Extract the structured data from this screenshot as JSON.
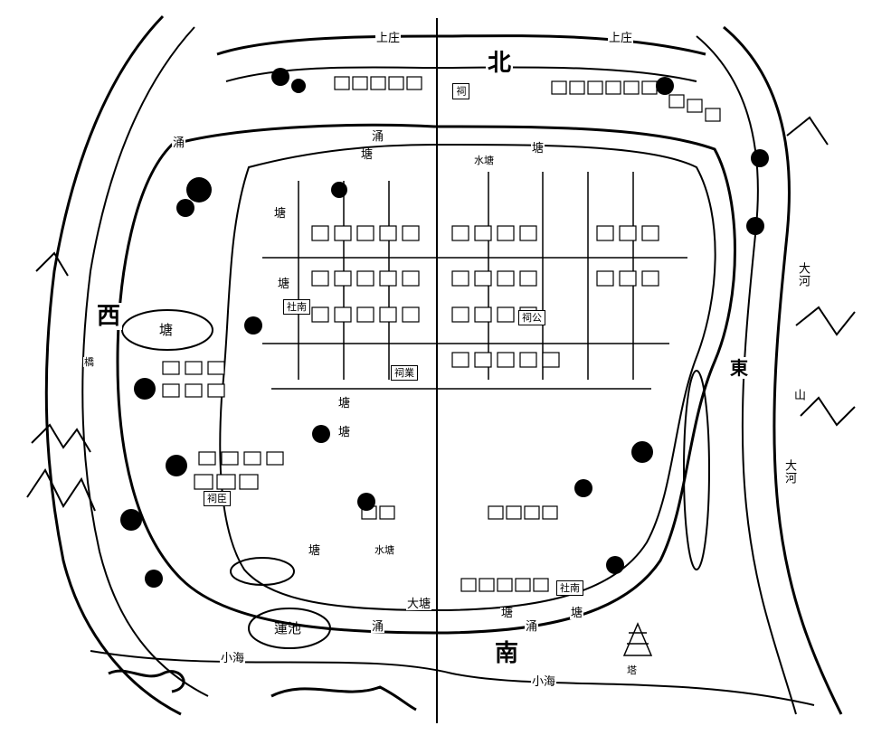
{
  "directions": {
    "north": "北",
    "south": "南",
    "west": "西",
    "east": "東"
  },
  "canals": {
    "top_left": "上庄",
    "top_right": "上庄",
    "yong": "涌"
  },
  "ponds": {
    "pond": "塘",
    "big_pond": "大塘",
    "water_pond": "水塘",
    "lotus_pond": "蓮池"
  },
  "sea": {
    "little_sea_left": "小海",
    "little_sea_right": "小海"
  },
  "river": {
    "big_river": "大河",
    "hill": "山"
  },
  "shrines": {
    "she_nan_1": "社南",
    "she_nan_2": "社南",
    "ancestral_hall": "祠",
    "ci_chen": "祠臣",
    "ci_gong": "祠公",
    "ci_ye": "祠業"
  },
  "misc": {
    "tower": "塔",
    "bridge": "橋"
  }
}
